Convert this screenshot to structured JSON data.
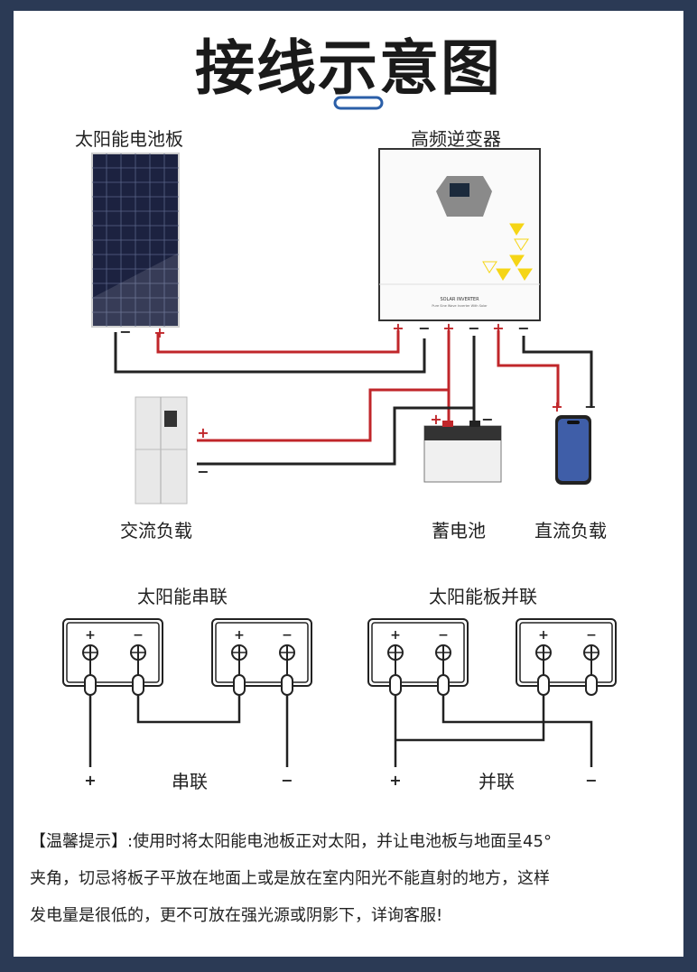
{
  "title": "接线示意图",
  "labels": {
    "solar_panel": "太阳能电池板",
    "inverter": "高频逆变器",
    "ac_load": "交流负载",
    "battery": "蓄电池",
    "dc_load": "直流负载",
    "series_title": "太阳能串联",
    "parallel_title": "太阳能板并联",
    "series": "串联",
    "parallel": "并联"
  },
  "inverter": {
    "brand": "SOLAR INVERTER",
    "subtitle": "Pure Sine Wave Inverter With Solar"
  },
  "symbols": {
    "plus": "+",
    "minus": "−"
  },
  "note": {
    "line1": "【温馨提示】:使用时将太阳能电池板正对太阳，并让电池板与地面呈45°",
    "line2": "夹角，切忌将板子平放在地面上或是放在室内阳光不能直射的地方，这样",
    "line3": "发电量是很低的，更不可放在强光源或阴影下，详询客服!"
  },
  "colors": {
    "frame": "#2b3a55",
    "accent": "#2b5fa8",
    "positive_wire": "#c0262a",
    "negative_wire": "#222222",
    "highlight": "#f5d516"
  }
}
